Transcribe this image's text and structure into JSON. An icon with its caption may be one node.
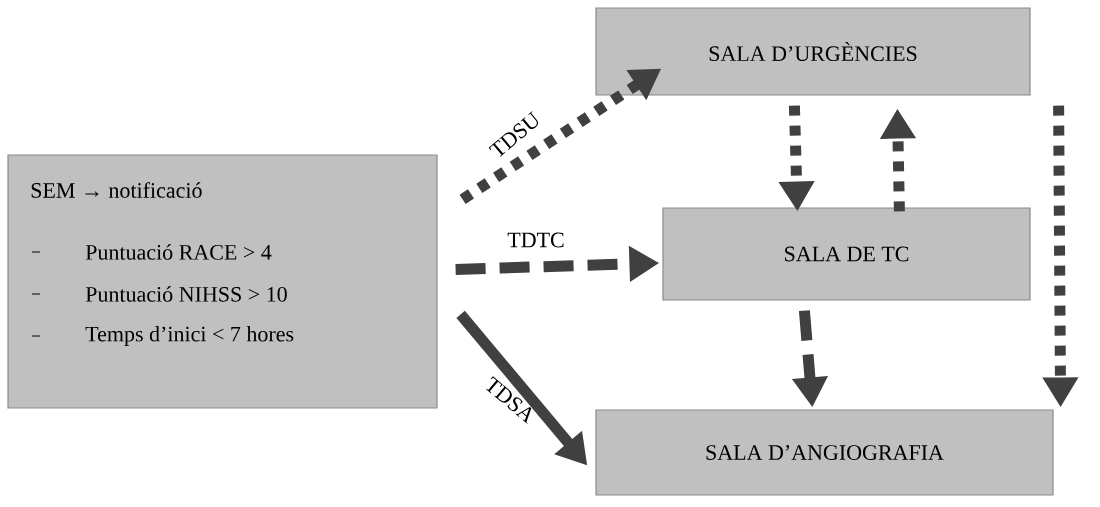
{
  "diagram": {
    "nodes": [
      {
        "text": [
          "SEM → notificació",
          "Puntuació RACE > 4",
          "Puntuació NIHSS > 10",
          "Temps d’inici < 7 hores"
        ]
      },
      {
        "text": [
          "SALA D’URGÈNCIES"
        ]
      },
      {
        "text": [
          "SALA DE TC"
        ]
      },
      {
        "text": [
          "SALA D’ANGIOGRAFIA"
        ]
      }
    ],
    "edges": [
      {
        "from": 0,
        "to": 1,
        "arrow": "to",
        "label": "TDSU",
        "style": "dashed"
      },
      {
        "from": 0,
        "to": 2,
        "arrow": "to",
        "label": "TDTC",
        "style": "dashed"
      },
      {
        "from": 0,
        "to": 3,
        "arrow": "to",
        "label": "TDSA"
      },
      {
        "from": 1,
        "to": 2,
        "arrow": "to",
        "style": "dashed"
      },
      {
        "from": 2,
        "to": 1,
        "arrow": "to",
        "style": "dashed"
      },
      {
        "from": 2,
        "to": 3,
        "arrow": "to",
        "style": "dashed"
      },
      {
        "from": 1,
        "to": 3,
        "arrow": "to",
        "style": "dashed"
      }
    ]
  }
}
